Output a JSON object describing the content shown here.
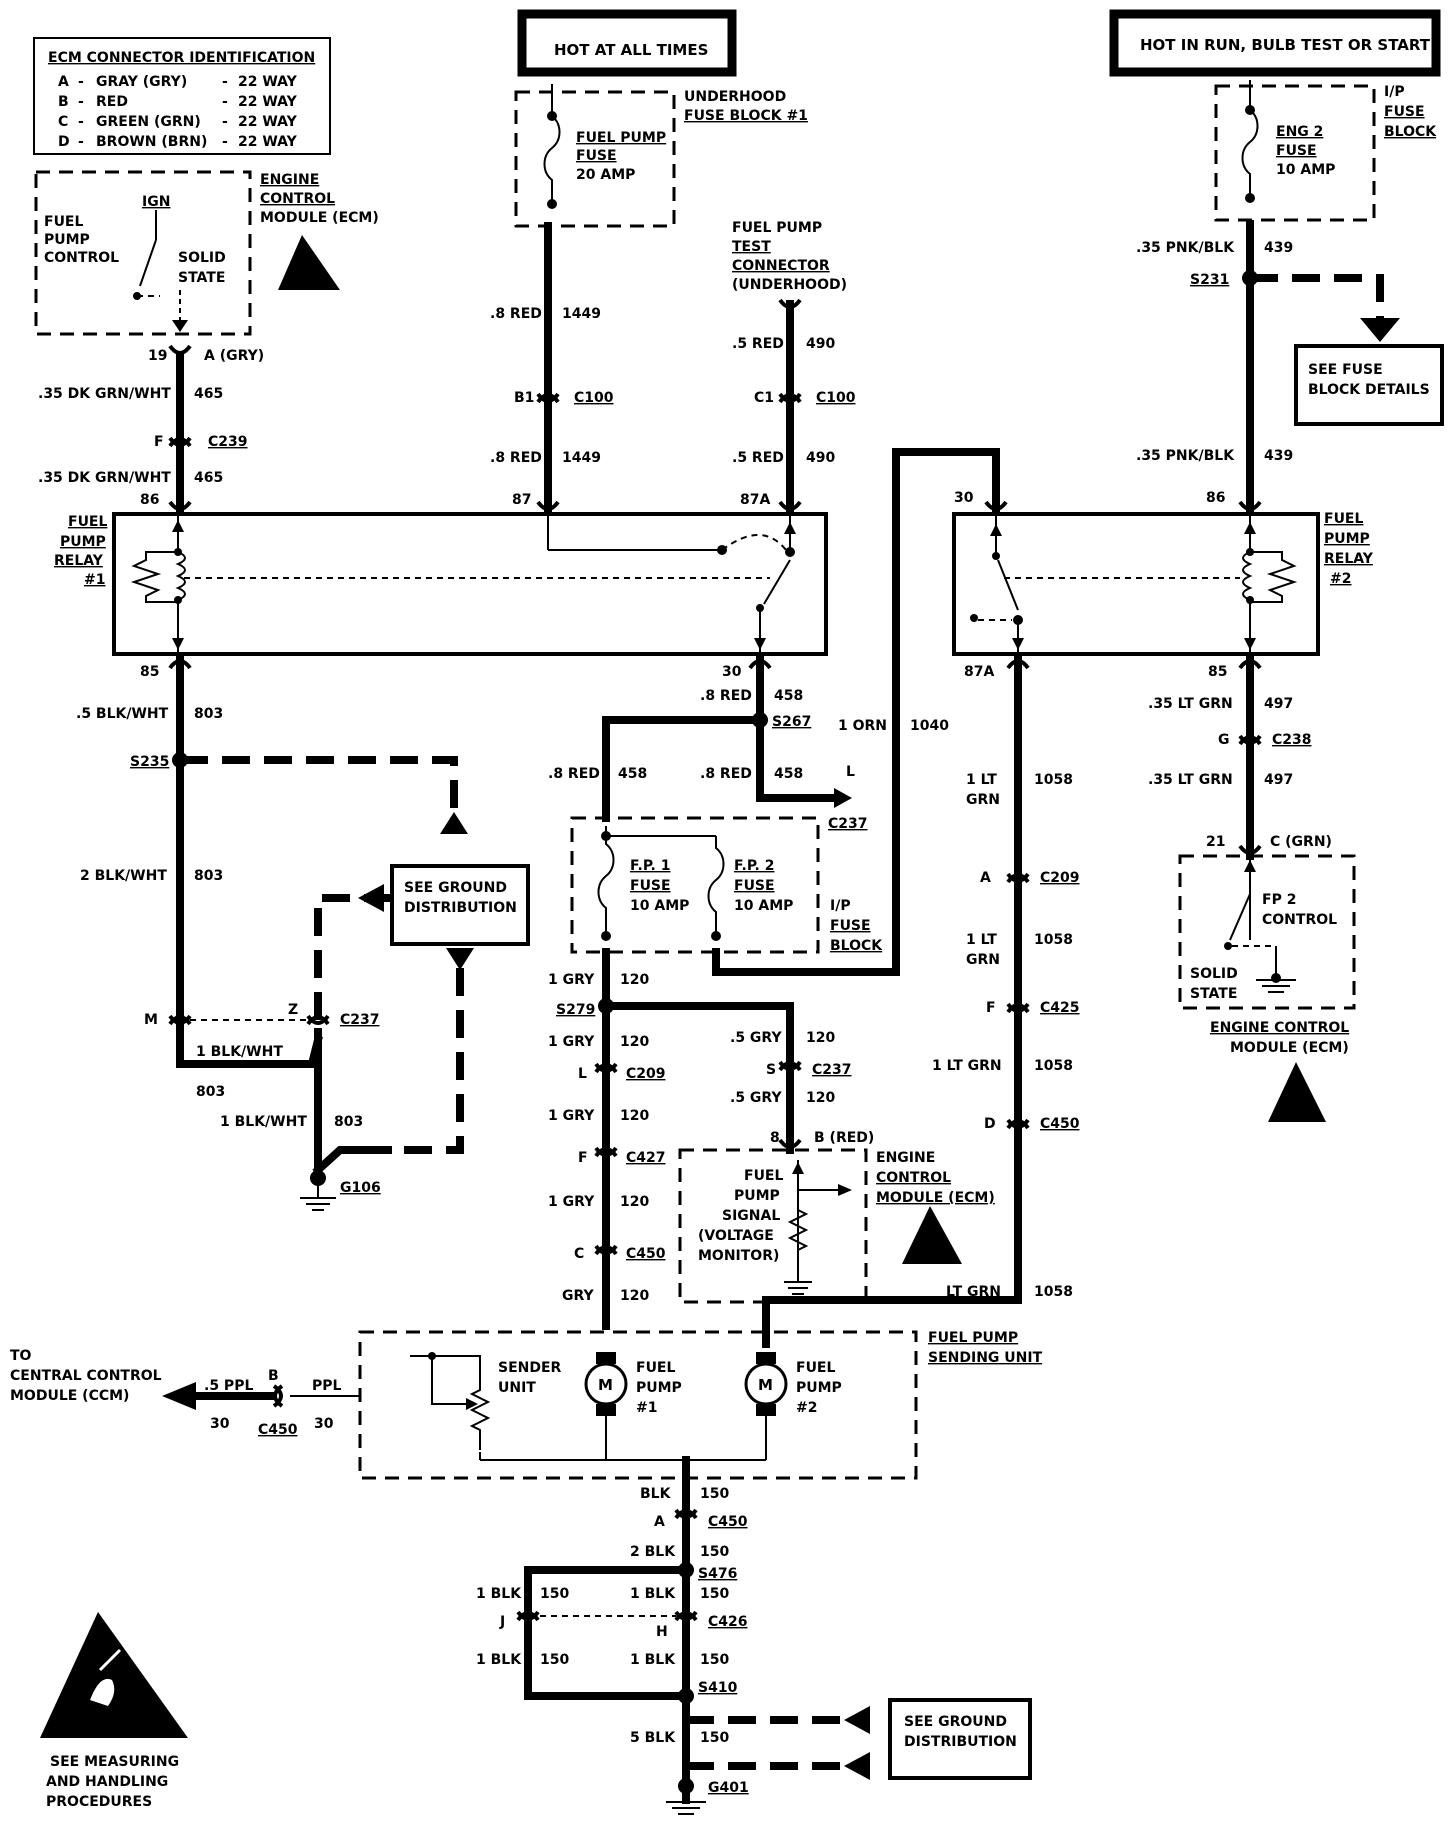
{
  "hot_boxes": {
    "left": "HOT AT ALL TIMES",
    "right": "HOT IN RUN, BULB TEST OR START"
  },
  "ecm_id": {
    "title": "ECM CONNECTOR IDENTIFICATION",
    "rows": [
      {
        "letter": "A",
        "color": "GRAY (GRY)",
        "way": "22 WAY"
      },
      {
        "letter": "B",
        "color": "RED",
        "way": "22 WAY"
      },
      {
        "letter": "C",
        "color": "GREEN (GRN)",
        "way": "22 WAY"
      },
      {
        "letter": "D",
        "color": "BROWN (BRN)",
        "way": "22 WAY"
      }
    ]
  },
  "ecm_top": {
    "title_lines": [
      "ENGINE",
      "CONTROL",
      "MODULE (ECM)"
    ],
    "ign": "IGN",
    "left_lines": [
      "FUEL",
      "PUMP",
      "CONTROL"
    ],
    "right_lines": [
      "SOLID",
      "STATE"
    ],
    "pin": "19",
    "conn": "A (GRY)"
  },
  "underhood_fuse": {
    "title_lines": [
      "UNDERHOOD",
      "FUSE BLOCK #1"
    ],
    "fuse_lines": [
      "FUEL PUMP",
      "FUSE",
      "20 AMP"
    ]
  },
  "ip_fuse_top": {
    "title_lines": [
      "I/P",
      "FUSE",
      "BLOCK"
    ],
    "fuse_lines": [
      "ENG 2",
      "FUSE",
      "10 AMP"
    ]
  },
  "test_connector": {
    "lines": [
      "FUEL PUMP",
      "TEST",
      "CONNECTOR",
      "(UNDERHOOD)"
    ]
  },
  "see_fuse": {
    "lines": [
      "SEE FUSE",
      "BLOCK DETAILS"
    ]
  },
  "see_ground_1": {
    "lines": [
      "SEE GROUND",
      "DISTRIBUTION"
    ]
  },
  "see_ground_2": {
    "lines": [
      "SEE GROUND",
      "DISTRIBUTION"
    ]
  },
  "relay1": {
    "title_lines": [
      "FUEL",
      "PUMP",
      "RELAY",
      "#1"
    ],
    "pins": {
      "p86": "86",
      "p87": "87",
      "p87a": "87A",
      "p85": "85",
      "p30": "30"
    }
  },
  "relay2": {
    "title_lines": [
      "FUEL",
      "PUMP",
      "RELAY",
      "#2"
    ],
    "pins": {
      "p30": "30",
      "p86": "86",
      "p87a": "87A",
      "p85": "85"
    }
  },
  "ip_fuse_mid": {
    "fp1_lines": [
      "F.P. 1",
      "FUSE",
      "10 AMP"
    ],
    "fp2_lines": [
      "F.P. 2",
      "FUSE",
      "10 AMP"
    ],
    "title_lines": [
      "I/P",
      "FUSE",
      "BLOCK"
    ]
  },
  "ecm_mid": {
    "title_lines": [
      "ENGINE",
      "CONTROL",
      "MODULE (ECM)"
    ],
    "signal_lines": [
      "FUEL",
      "PUMP",
      "SIGNAL",
      "(VOLTAGE",
      "MONITOR)"
    ],
    "pin": "8",
    "conn": "B (RED)"
  },
  "ecm_right": {
    "title_lines": [
      "ENGINE CONTROL",
      "MODULE (ECM)"
    ],
    "fp2_lines": [
      "FP 2",
      "CONTROL"
    ],
    "solid_lines": [
      "SOLID",
      "STATE"
    ],
    "pin": "21",
    "conn": "C (GRN)"
  },
  "sending_unit": {
    "title_lines": [
      "FUEL PUMP",
      "SENDING UNIT"
    ],
    "sender_lines": [
      "SENDER",
      "UNIT"
    ],
    "pump1_lines": [
      "FUEL",
      "PUMP",
      "#1"
    ],
    "pump2_lines": [
      "FUEL",
      "PUMP",
      "#2"
    ],
    "motor": "M"
  },
  "ccm": {
    "lines": [
      "TO",
      "CENTRAL CONTROL",
      "MODULE (CCM)"
    ]
  },
  "esd_note": {
    "lines": [
      "SEE MEASURING",
      "AND HANDLING",
      "PROCEDURES"
    ]
  },
  "labels": {
    "w_dkgrn_1": ".35 DK GRN/WHT",
    "c_465_1": "465",
    "conn_f": "F",
    "c239": "C239",
    "w_dkgrn_2": ".35 DK GRN/WHT",
    "c_465_2": "465",
    "w_red_1": ".8 RED",
    "c_1449_1": "1449",
    "conn_b1": "B1",
    "c100_1": "C100",
    "w_red_2": ".8 RED",
    "c_1449_2": "1449",
    "w_5red_1": ".5 RED",
    "c_490_1": "490",
    "conn_c1": "C1",
    "c100_2": "C100",
    "w_5red_2": ".5 RED",
    "c_490_2": "490",
    "w_pnk_1": ".35 PNK/BLK",
    "c_439_1": "439",
    "s231": "S231",
    "w_pnk_2": ".35 PNK/BLK",
    "c_439_2": "439",
    "w_blkwht_1": ".5 BLK/WHT",
    "c_803_1": "803",
    "s235": "S235",
    "w_blkwht_2": "2 BLK/WHT",
    "c_803_2": "803",
    "conn_m": "M",
    "conn_z": "Z",
    "c237_1": "C237",
    "w_blkwht_3": "1 BLK/WHT",
    "c_803_3": "803",
    "w_blkwht_4": "1 BLK/WHT",
    "c_803_4": "803",
    "g106": "G106",
    "w_red_3": ".8 RED",
    "c_458_1": "458",
    "s267": "S267",
    "w_red_4": ".8 RED",
    "c_458_2": "458",
    "w_red_5": ".8 RED",
    "c_458_3": "458",
    "conn_l_top": "L",
    "c237_2": "C237",
    "w_orn": "1 ORN",
    "c_1040": "1040",
    "w_gry_1": "1 GRY",
    "c_120_1": "120",
    "s279": "S279",
    "w_gry_2": "1 GRY",
    "c_120_2": "120",
    "conn_l": "L",
    "c209_1": "C209",
    "w_gry_3": "1 GRY",
    "c_120_3": "120",
    "conn_f2": "F",
    "c427": "C427",
    "w_gry_4": "1 GRY",
    "c_120_4": "120",
    "conn_c": "C",
    "c450_1": "C450",
    "w_gry_5": "GRY",
    "c_120_5": "120",
    "w_5gry_1": ".5 GRY",
    "c_120_6": "120",
    "conn_s": "S",
    "c237_3": "C237",
    "w_5gry_2": ".5 GRY",
    "c_120_7": "120",
    "w_ltgrn_1a": "1 LT",
    "w_ltgrn_1b": "GRN",
    "c_1058_1": "1058",
    "conn_a": "A",
    "c209_2": "C209",
    "w_ltgrn_2a": "1 LT",
    "w_ltgrn_2b": "GRN",
    "c_1058_2": "1058",
    "conn_f3": "F",
    "c425": "C425",
    "w_ltgrn_3": "1 LT GRN",
    "c_1058_3": "1058",
    "conn_d": "D",
    "c450_2": "C450",
    "w_ltgrn_4": "LT GRN",
    "c_1058_4": "1058",
    "w_35ltgrn_1": ".35 LT GRN",
    "c_497_1": "497",
    "conn_g": "G",
    "c238": "C238",
    "w_35ltgrn_2": ".35 LT GRN",
    "c_497_2": "497",
    "w_ppl_1": ".5 PPL",
    "w_ppl_2": "PPL",
    "conn_b": "B",
    "c450_3": "C450",
    "c_30_1": "30",
    "c_30_2": "30",
    "w_blk_1": "BLK",
    "c_150_1": "150",
    "conn_a2": "A",
    "c450_4": "C450",
    "w_blk_2": "2 BLK",
    "c_150_2": "150",
    "s476": "S476",
    "w_blk_3": "1 BLK",
    "c_150_3": "150",
    "w_blk_4": "1 BLK",
    "c_150_4": "150",
    "conn_j": "J",
    "conn_h": "H",
    "c426": "C426",
    "w_blk_5": "1 BLK",
    "c_150_5": "150",
    "w_blk_6": "1 BLK",
    "c_150_6": "150",
    "s410": "S410",
    "w_blk_7": "5 BLK",
    "c_150_7": "150",
    "g401": "G401"
  }
}
